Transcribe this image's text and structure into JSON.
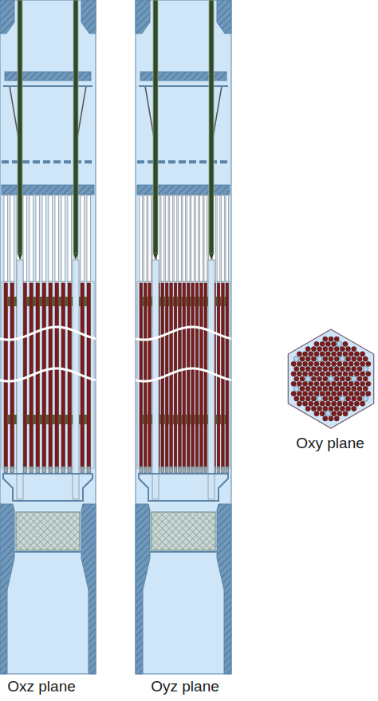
{
  "diagram": {
    "labels": [
      "Oxz plane",
      "Oyz plane",
      "Oxy plane"
    ]
  }
}
